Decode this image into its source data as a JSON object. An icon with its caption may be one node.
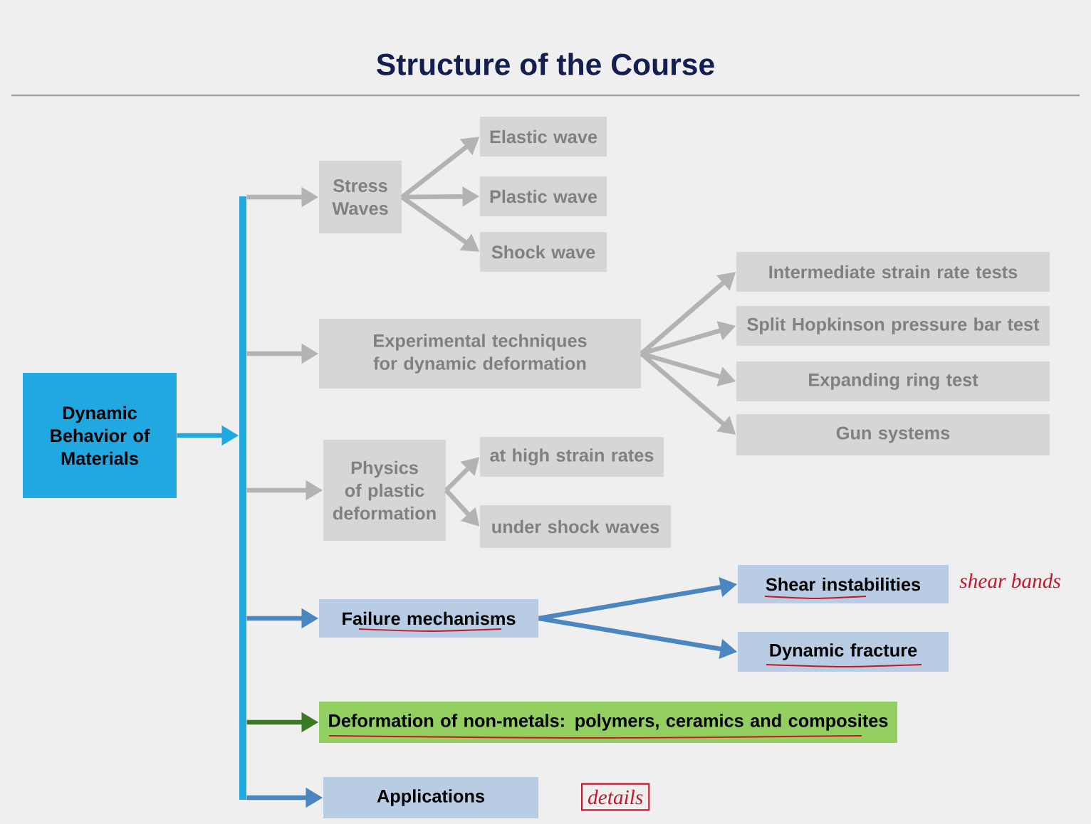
{
  "diagram": {
    "title": "Structure of the Course",
    "nodes": [
      {
        "text": [
          "Dynamic Behavior of Materials"
        ]
      },
      {
        "text": [],
        "shape": "bar"
      },
      {
        "text": [
          "Stress Waves"
        ]
      },
      {
        "text": [
          "Elastic wave"
        ]
      },
      {
        "text": [
          "Plastic wave"
        ]
      },
      {
        "text": [
          "Shock wave"
        ]
      },
      {
        "text": [
          "Experimental techniques for dynamic deformation"
        ]
      },
      {
        "text": [
          "Intermediate strain rate tests"
        ]
      },
      {
        "text": [
          "Split Hopkinson pressure bar test"
        ]
      },
      {
        "text": [
          "Expanding ring test"
        ]
      },
      {
        "text": [
          "Gun systems"
        ]
      },
      {
        "text": [
          "Physics of plastic deformation"
        ]
      },
      {
        "text": [
          "at high strain rates"
        ]
      },
      {
        "text": [
          "under shock waves"
        ]
      },
      {
        "text": [
          "Failure mechanisms"
        ]
      },
      {
        "text": [
          "Shear instabilities"
        ],
        "beside": [
          "shear bands"
        ]
      },
      {
        "text": [
          "Dynamic fracture"
        ]
      },
      {
        "text": [
          "Deformation of non-metals: polymers, ceramics and composites"
        ]
      },
      {
        "text": [
          "Applications"
        ],
        "beside": [
          "details"
        ]
      }
    ],
    "edges": [
      {
        "from": 0,
        "to": 1,
        "arrow": "to",
        "color": "#21a8e0"
      },
      {
        "from": 1,
        "to": 2,
        "arrow": "to"
      },
      {
        "from": 1,
        "to": 6,
        "arrow": "to"
      },
      {
        "from": 1,
        "to": 11,
        "arrow": "to"
      },
      {
        "from": 1,
        "to": 14,
        "arrow": "to",
        "color": "#4a86c0"
      },
      {
        "from": 1,
        "to": 17,
        "arrow": "to",
        "color": "#3b7a22"
      },
      {
        "from": 1,
        "to": 18,
        "arrow": "to",
        "color": "#4a86c0"
      },
      {
        "from": 2,
        "to": 3,
        "arrow": "to"
      },
      {
        "from": 2,
        "to": 4,
        "arrow": "to"
      },
      {
        "from": 2,
        "to": 5,
        "arrow": "to"
      },
      {
        "from": 6,
        "to": 7,
        "arrow": "to"
      },
      {
        "from": 6,
        "to": 8,
        "arrow": "to"
      },
      {
        "from": 6,
        "to": 9,
        "arrow": "to"
      },
      {
        "from": 6,
        "to": 10,
        "arrow": "to"
      },
      {
        "from": 11,
        "to": 12,
        "arrow": "to"
      },
      {
        "from": 11,
        "to": 13,
        "arrow": "to"
      },
      {
        "from": 14,
        "to": 15,
        "arrow": "to",
        "color": "#4a86c0"
      },
      {
        "from": 14,
        "to": 16,
        "arrow": "to",
        "color": "#4a86c0"
      }
    ]
  }
}
